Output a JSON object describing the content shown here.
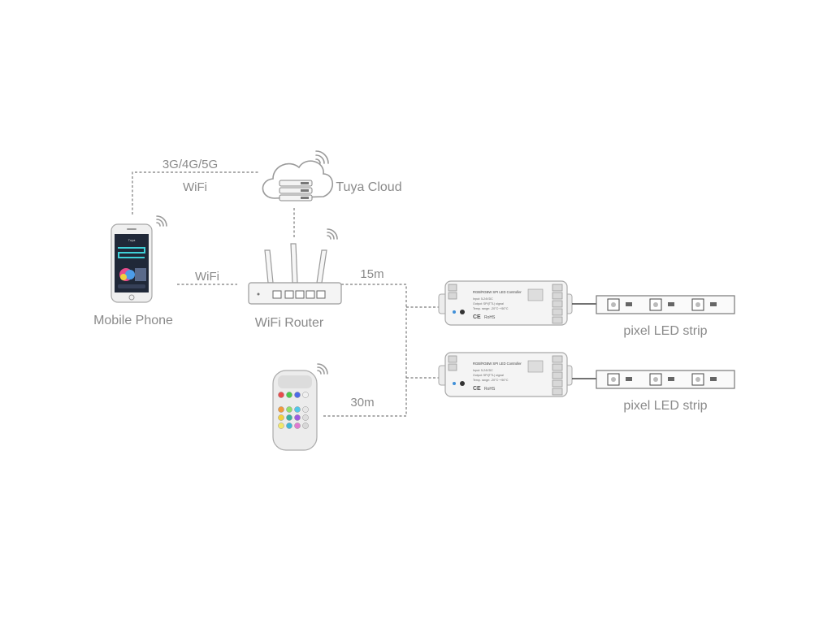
{
  "connections": {
    "phone_cloud_top": "3G/4G/5G",
    "phone_cloud_bottom": "WiFi",
    "phone_router": "WiFi",
    "router_controllers": "15m",
    "remote_controllers": "30m"
  },
  "devices": {
    "cloud": {
      "label": "Tuya Cloud"
    },
    "phone": {
      "label": "Mobile Phone",
      "screen_text": "Tuya"
    },
    "router": {
      "label": "WiFi Router"
    },
    "controllers": [
      {
        "title": "RGB/RGBW SPI LED Controller",
        "lines": [
          "Input: 5-24VDC",
          "Output: SPI(TTL) signal",
          "Temp. range: -20°C~+50°C"
        ],
        "marks": [
          "CE",
          "RoHS"
        ]
      },
      {
        "title": "RGB/RGBW SPI LED Controller",
        "lines": [
          "Input: 5-24VDC",
          "Output: SPI(TTL) signal",
          "Temp. range: -20°C~+50°C"
        ],
        "marks": [
          "CE",
          "RoHS"
        ]
      }
    ],
    "strips": [
      {
        "label": "pixel LED strip"
      },
      {
        "label": "pixel LED strip"
      }
    ]
  },
  "colors": {
    "line": "#7a7a7a",
    "label": "#8a8a8a",
    "device_body": "#f2f2f2",
    "device_outline": "#b0b0b0",
    "phone_body": "#eaeaea",
    "screen_dark": "#202838",
    "accent_cyan": "#3fd0d8",
    "remote_button_colors": [
      "#e84c4c",
      "#4cc94c",
      "#4c6ce8",
      "#f0f0f0",
      "#f09a3c",
      "#8fe06a",
      "#52c7e8",
      "#e6e6e6",
      "#f2d23c",
      "#38b0a0",
      "#9c5ce0",
      "#dddddd",
      "#f2e86a",
      "#3fb8d8",
      "#e07ad0",
      "#d8d8d8"
    ]
  }
}
